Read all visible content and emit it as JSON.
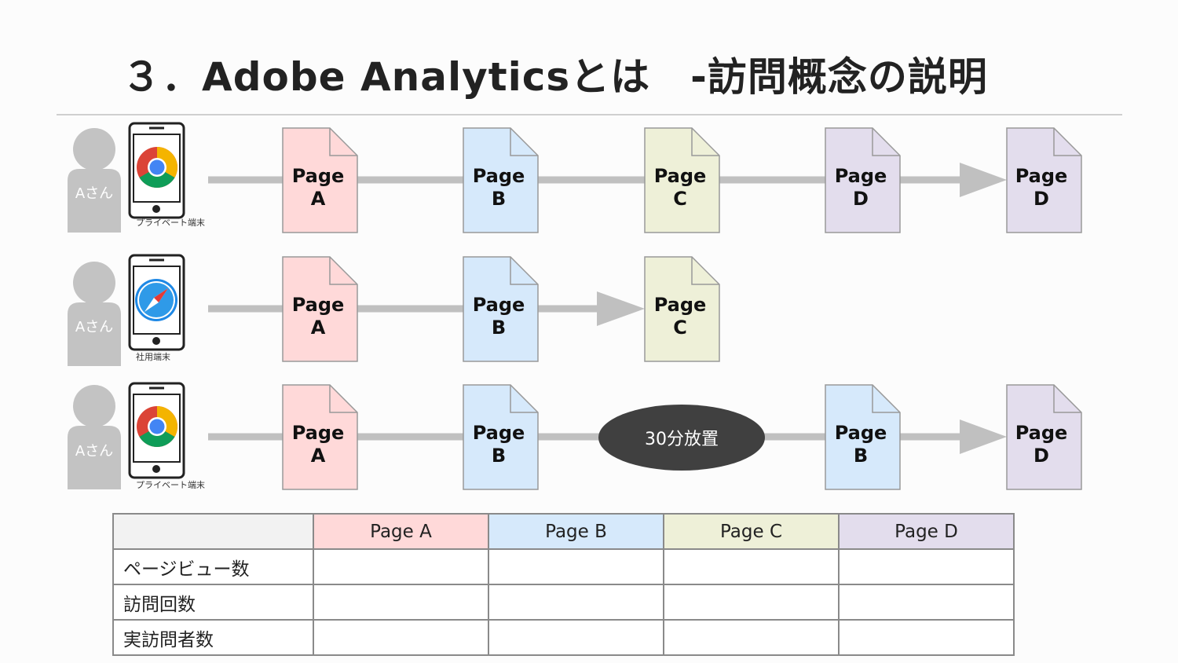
{
  "title": "３．Adobe Analyticsとは　-訪問概念の説明",
  "colors": {
    "page_a": "#ffd9d9",
    "page_b": "#d6e9fb",
    "page_c": "#eef0d8",
    "page_d": "#e3dded",
    "connector": "#c0c0c0",
    "person": "#c3c3c3",
    "bubble": "#404040"
  },
  "rows": [
    {
      "person_label": "Aさん",
      "device_label": "プライベート端末",
      "browser_icon": "chrome-icon",
      "pages": [
        {
          "label_line1": "Page",
          "label_line2": "A",
          "color_key": "page_a"
        },
        {
          "label_line1": "Page",
          "label_line2": "B",
          "color_key": "page_b"
        },
        {
          "label_line1": "Page",
          "label_line2": "C",
          "color_key": "page_c"
        },
        {
          "label_line1": "Page",
          "label_line2": "D",
          "color_key": "page_d"
        },
        {
          "label_line1": "Page",
          "label_line2": "D",
          "color_key": "page_d"
        }
      ]
    },
    {
      "person_label": "Aさん",
      "device_label": "社用端末",
      "browser_icon": "safari-icon",
      "pages": [
        {
          "label_line1": "Page",
          "label_line2": "A",
          "color_key": "page_a"
        },
        {
          "label_line1": "Page",
          "label_line2": "B",
          "color_key": "page_b"
        },
        {
          "label_line1": "Page",
          "label_line2": "C",
          "color_key": "page_c"
        }
      ]
    },
    {
      "person_label": "Aさん",
      "device_label": "プライベート端末",
      "browser_icon": "chrome-icon",
      "pause_label": "30分放置",
      "pages": [
        {
          "label_line1": "Page",
          "label_line2": "A",
          "color_key": "page_a"
        },
        {
          "label_line1": "Page",
          "label_line2": "B",
          "color_key": "page_b"
        },
        {
          "label_line1": "Page",
          "label_line2": "B",
          "color_key": "page_b"
        },
        {
          "label_line1": "Page",
          "label_line2": "D",
          "color_key": "page_d"
        }
      ]
    }
  ],
  "table": {
    "headers": [
      "",
      "Page A",
      "Page B",
      "Page C",
      "Page D"
    ],
    "rows": [
      {
        "label": "ページビュー数",
        "values": [
          "",
          "",
          "",
          ""
        ]
      },
      {
        "label": "訪問回数",
        "values": [
          "",
          "",
          "",
          ""
        ]
      },
      {
        "label": "実訪問者数",
        "values": [
          "",
          "",
          "",
          ""
        ]
      }
    ]
  }
}
